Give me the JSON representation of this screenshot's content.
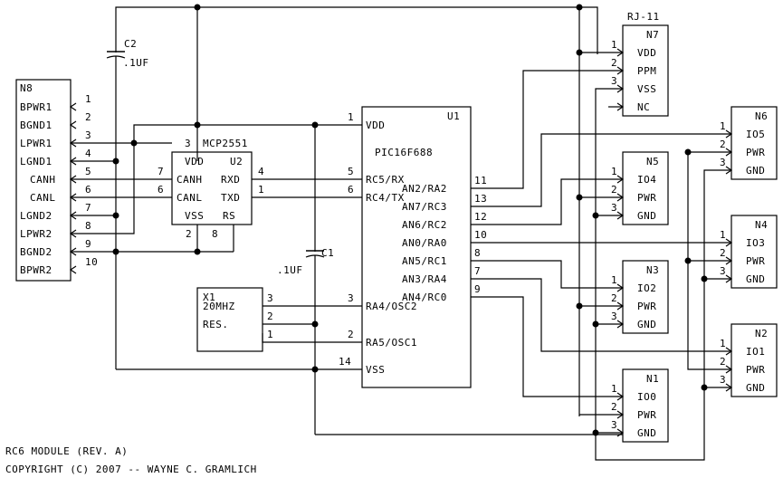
{
  "footer": {
    "line1": "RC6 MODULE (REV. A)",
    "line2": "COPYRIGHT (C) 2007 -- WAYNE C. GRAMLICH"
  },
  "n8": {
    "ref": "N8",
    "pins": [
      {
        "num": "1",
        "label": "BPWR1"
      },
      {
        "num": "2",
        "label": "BGND1"
      },
      {
        "num": "3",
        "label": "LPWR1"
      },
      {
        "num": "4",
        "label": "LGND1"
      },
      {
        "num": "5",
        "label": "CANH"
      },
      {
        "num": "6",
        "label": "CANL"
      },
      {
        "num": "7",
        "label": "LGND2"
      },
      {
        "num": "8",
        "label": "LPWR2"
      },
      {
        "num": "9",
        "label": "BGND2"
      },
      {
        "num": "10",
        "label": "BPWR2"
      }
    ]
  },
  "u2": {
    "ref": "U2",
    "part": "MCP2551",
    "pin3": "3",
    "vdd": "VDD",
    "canh": "CANH",
    "canl": "CANL",
    "vss": "VSS",
    "rxd": "RXD",
    "txd": "TXD",
    "rs": "RS",
    "pin7": "7",
    "pin6": "6",
    "pin4": "4",
    "pin1": "1",
    "pin2": "2",
    "pin8": "8"
  },
  "u1": {
    "ref": "U1",
    "part": "PIC16F688",
    "vdd": "VDD",
    "vdd_pin": "1",
    "rx": "RC5/RX",
    "rx_pin": "5",
    "tx": "RC4/TX",
    "tx_pin": "6",
    "osc2": "RA4/OSC2",
    "osc2_pin": "3",
    "osc1": "RA5/OSC1",
    "osc1_pin": "2",
    "vss": "VSS",
    "vss_pin": "14",
    "right_pins": [
      {
        "num": "11",
        "label": "AN2/RA2"
      },
      {
        "num": "13",
        "label": "AN7/RC3"
      },
      {
        "num": "12",
        "label": "AN6/RC2"
      },
      {
        "num": "10",
        "label": "AN0/RA0"
      },
      {
        "num": "8",
        "label": "AN5/RC1"
      },
      {
        "num": "7",
        "label": "AN3/RA4"
      },
      {
        "num": "9",
        "label": "AN4/RC0"
      }
    ]
  },
  "c2": {
    "ref": "C2",
    "value": ".1UF"
  },
  "c1": {
    "ref": "C1",
    "value": ".1UF"
  },
  "x1": {
    "ref": "X1",
    "value": "20MHZ",
    "type": "RES.",
    "pin3": "3",
    "pin2": "2",
    "pin1": "1"
  },
  "n7": {
    "title": "RJ-11",
    "ref": "N7",
    "pins": [
      {
        "num": "1",
        "label": "VDD"
      },
      {
        "num": "2",
        "label": "PPM"
      },
      {
        "num": "3",
        "label": "VSS"
      },
      {
        "num": "",
        "label": "NC"
      }
    ]
  },
  "io_connectors": [
    {
      "ref": "N6",
      "pins": [
        {
          "num": "1",
          "label": "IO5"
        },
        {
          "num": "2",
          "label": "PWR"
        },
        {
          "num": "3",
          "label": "GND"
        }
      ]
    },
    {
      "ref": "N5",
      "pins": [
        {
          "num": "1",
          "label": "IO4"
        },
        {
          "num": "2",
          "label": "PWR"
        },
        {
          "num": "3",
          "label": "GND"
        }
      ]
    },
    {
      "ref": "N4",
      "pins": [
        {
          "num": "1",
          "label": "IO3"
        },
        {
          "num": "2",
          "label": "PWR"
        },
        {
          "num": "3",
          "label": "GND"
        }
      ]
    },
    {
      "ref": "N3",
      "pins": [
        {
          "num": "1",
          "label": "IO2"
        },
        {
          "num": "2",
          "label": "PWR"
        },
        {
          "num": "3",
          "label": "GND"
        }
      ]
    },
    {
      "ref": "N2",
      "pins": [
        {
          "num": "1",
          "label": "IO1"
        },
        {
          "num": "2",
          "label": "PWR"
        },
        {
          "num": "3",
          "label": "GND"
        }
      ]
    },
    {
      "ref": "N1",
      "pins": [
        {
          "num": "1",
          "label": "IO0"
        },
        {
          "num": "2",
          "label": "PWR"
        },
        {
          "num": "3",
          "label": "GND"
        }
      ]
    }
  ]
}
